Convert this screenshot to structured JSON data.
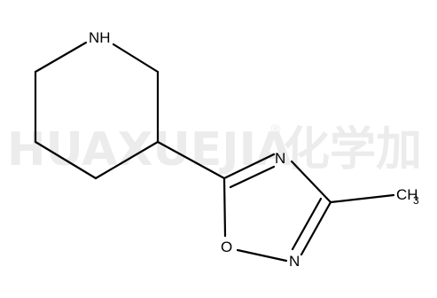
{
  "watermark": {
    "text": "HUAXUEJIA",
    "registered": "®",
    "chinese": "化学加"
  },
  "atoms": {
    "piperidine_n": "NH",
    "oxadiazole_n_top": "N",
    "oxadiazole_n_bottom": "N",
    "oxadiazole_o": "O",
    "methyl": "CH",
    "methyl_subscript": "3"
  }
}
